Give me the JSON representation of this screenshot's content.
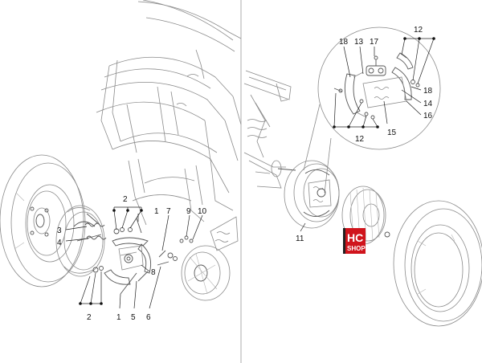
{
  "callouts": {
    "left_2_top": "2",
    "left_1": "1",
    "left_7": "7",
    "left_9": "9",
    "left_10": "10",
    "left_3": "3",
    "left_4": "4",
    "left_8": "8",
    "left_2_bottom": "2",
    "left_1_bottom": "1",
    "left_5": "5",
    "left_6": "6",
    "right_12_top": "12",
    "right_18_a": "18",
    "right_13": "13",
    "right_17": "17",
    "right_18_b": "18",
    "right_14": "14",
    "right_16": "16",
    "right_15": "15",
    "right_12_bottom": "12",
    "right_11": "11"
  },
  "logo": {
    "line1": "HC",
    "line2": "SHOP",
    "bg_color": "#d0141c"
  }
}
